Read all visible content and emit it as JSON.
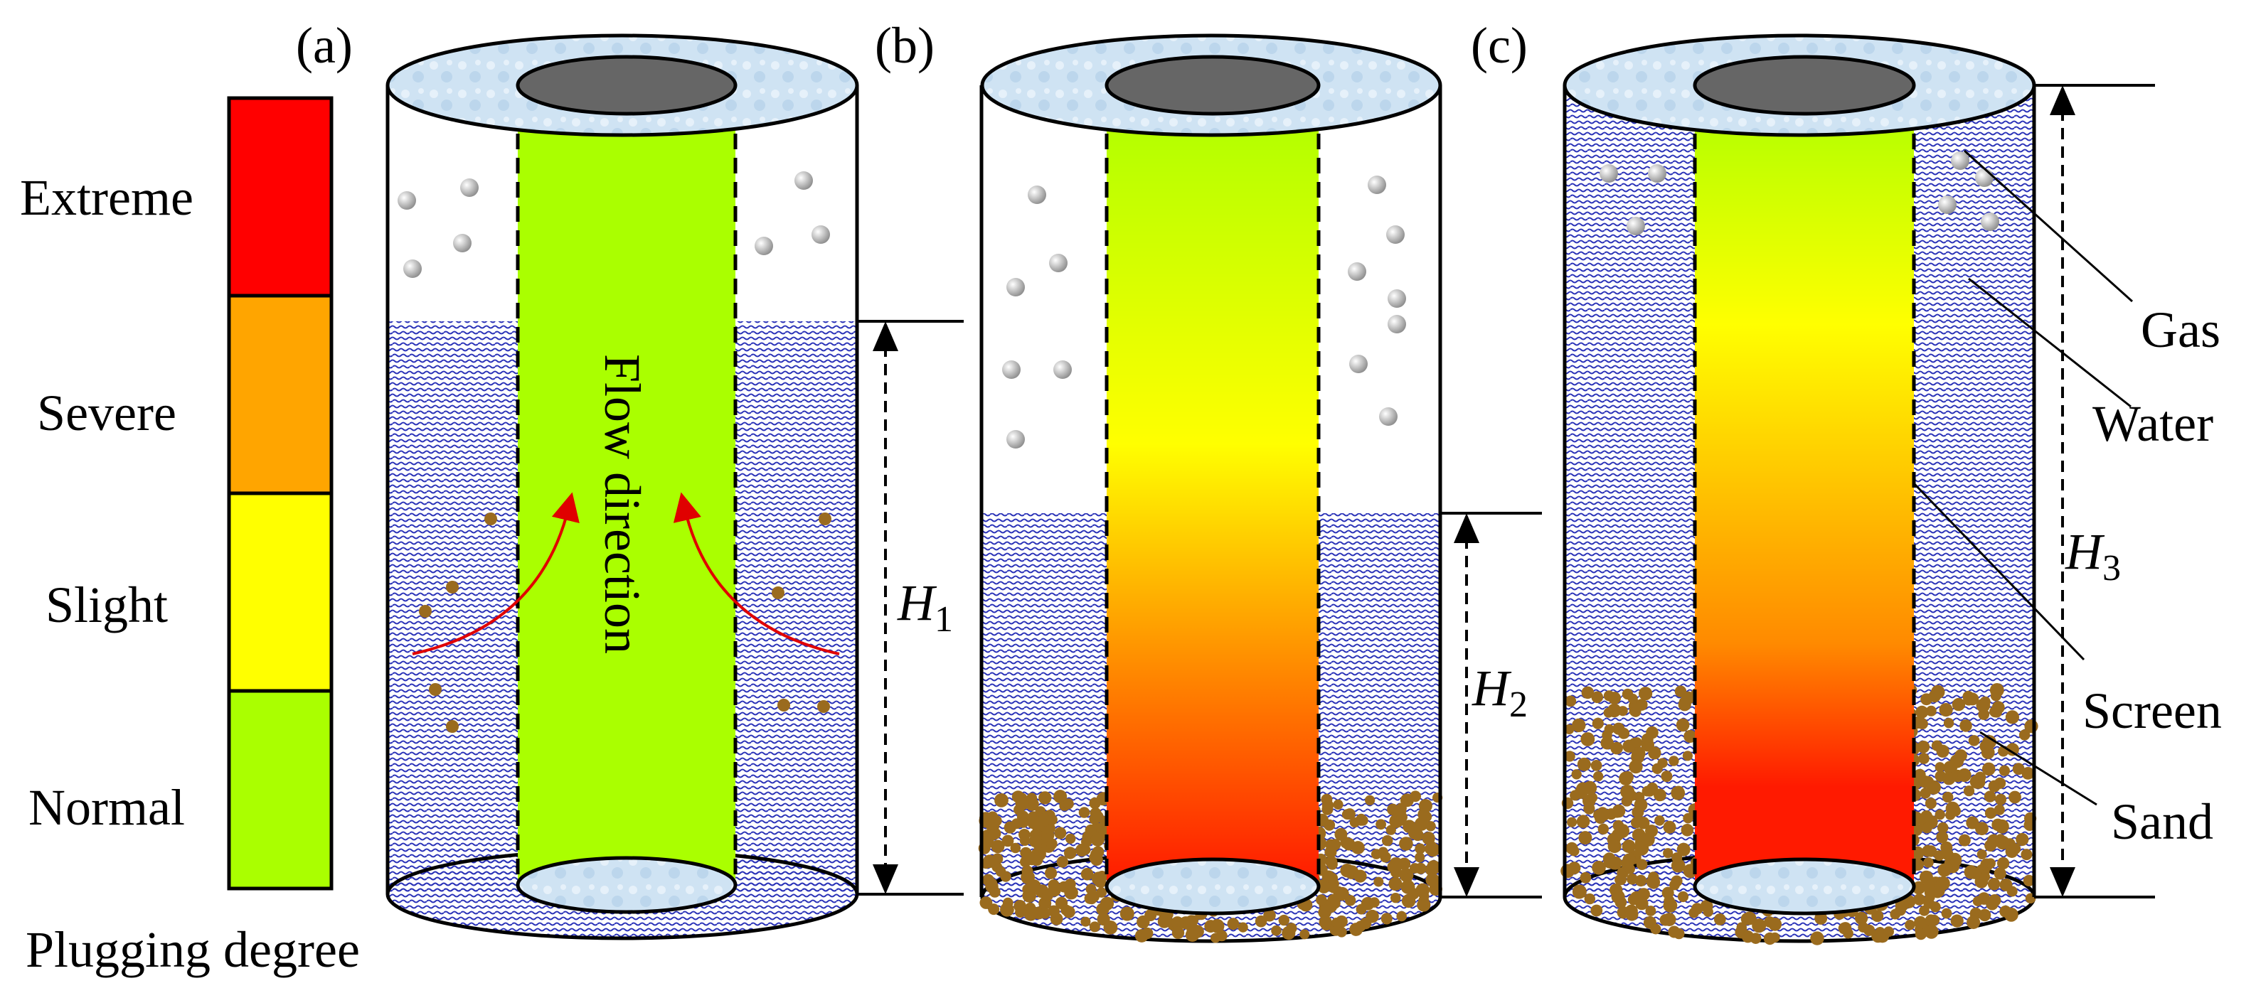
{
  "panels": [
    {
      "label": "(a)",
      "height_symbol": "H",
      "height_subscript": "1",
      "flow_label": "Flow direction"
    },
    {
      "label": "(b)",
      "height_symbol": "H",
      "height_subscript": "2"
    },
    {
      "label": "(c)",
      "height_symbol": "H",
      "height_subscript": "3"
    }
  ],
  "legend": {
    "title": "Plugging degree",
    "levels": [
      {
        "label": "Extreme",
        "color": "#ff0000"
      },
      {
        "label": "Severe",
        "color": "#ffa500"
      },
      {
        "label": "Slight",
        "color": "#ffff00"
      },
      {
        "label": "Normal",
        "color": "#aaff00"
      }
    ]
  },
  "callouts": [
    "Gas",
    "Water",
    "Screen",
    "Sand"
  ],
  "colors": {
    "water": "#2b33b8",
    "sand": "#9a6b1e",
    "gas_bubble": "#b0b0b0",
    "screen_normal": "#aaff00",
    "flow_arrow": "#e00000",
    "cap": "#cfe3f3",
    "inner_cap": "#666666"
  }
}
